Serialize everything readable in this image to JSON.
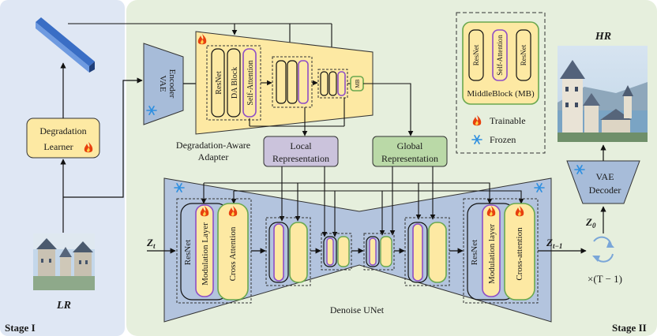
{
  "stage1": {
    "label": "Stage I"
  },
  "stage2": {
    "label": "Stage II"
  },
  "inputs": {
    "lr_label": "LR",
    "hr_label": "HR"
  },
  "degradation_learner": {
    "line1": "Degradation",
    "line2": "Learner"
  },
  "vae_encoder": {
    "line1": "VAE",
    "line2": "Encoder"
  },
  "vae_decoder": {
    "line1": "VAE",
    "line2": "Decoder"
  },
  "adapter": {
    "caption_line1": "Degradation-Aware",
    "caption_line2": "Adapter",
    "block_labels": [
      "ResNet",
      "DA Block",
      "Self-Attention"
    ],
    "mb_short": "MB"
  },
  "representations": {
    "local_line1": "Local",
    "local_line2": "Representation",
    "global_line1": "Global",
    "global_line2": "Representation"
  },
  "unet": {
    "caption": "Denoise UNet",
    "left_labels": [
      "ResNet",
      "Modulation Layer",
      "Cross Attention"
    ],
    "right_labels": [
      "ResNet",
      "Modulation layer",
      "Cross-attention"
    ]
  },
  "legend": {
    "middle_block_labels": [
      "ResNet",
      "Self-Attention",
      "ResNet"
    ],
    "middle_block_caption": "MiddleBlock (MB)",
    "trainable": "Trainable",
    "frozen": "Frozen"
  },
  "math": {
    "zt": "Z",
    "zt_sub": "t",
    "zt1": "Z",
    "zt1_sub": "t−1",
    "z0": "Z",
    "z0_sub": "0",
    "times": "×(T − 1)"
  },
  "colors": {
    "stage1_bg": "#dfe7f4",
    "stage2_bg": "#e6efdd",
    "yellow": "#fde9a3",
    "blue_module": "#a7bcd9",
    "trainable": "#e8400e",
    "frozen": "#2e8fe0",
    "purple_outline": "#8e4ec6",
    "green_outline": "#6aa84f"
  }
}
